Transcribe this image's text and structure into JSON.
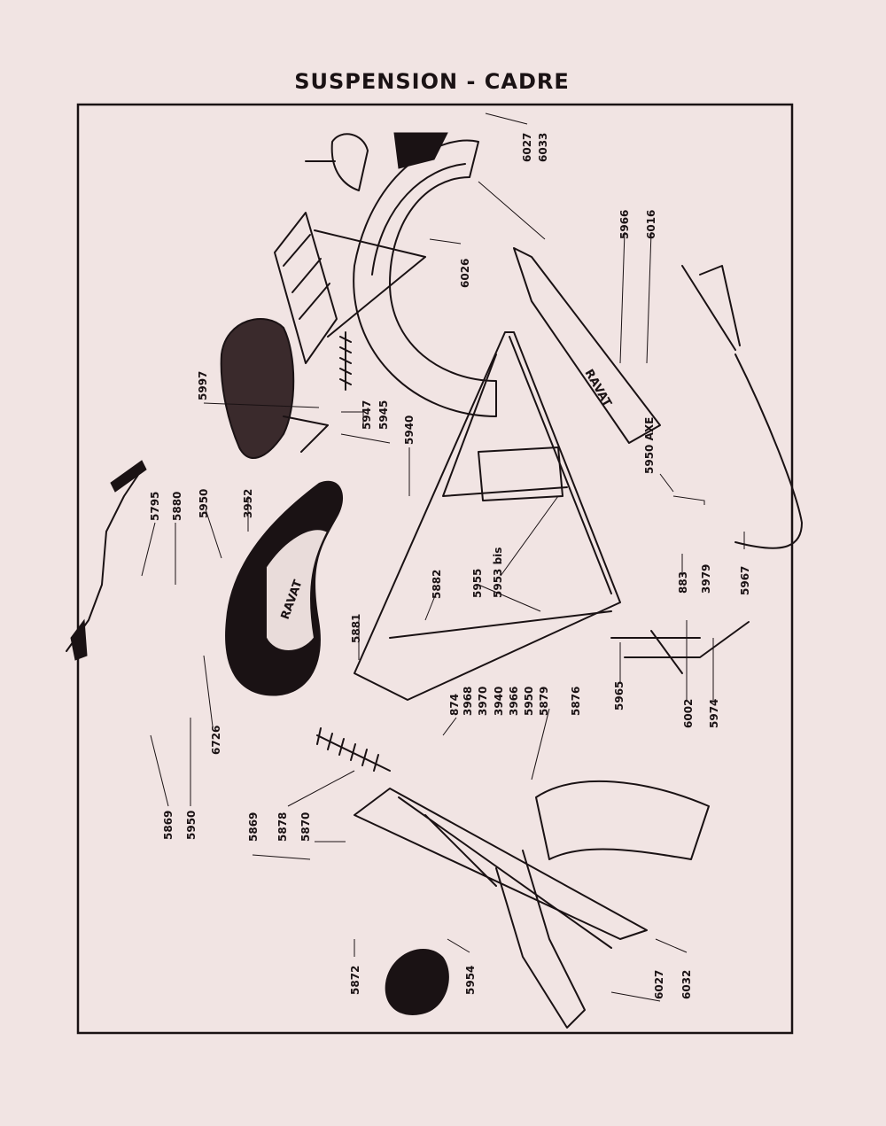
{
  "title": "SUSPENSION - CADRE",
  "brand_marks": [
    "RAVAT",
    "RAVAT"
  ],
  "parts": [
    {
      "id": "6027_top",
      "label": "6027"
    },
    {
      "id": "6033",
      "label": "6033"
    },
    {
      "id": "6026",
      "label": "6026"
    },
    {
      "id": "5966_top",
      "label": "5966"
    },
    {
      "id": "6016",
      "label": "6016"
    },
    {
      "id": "5997",
      "label": "5997"
    },
    {
      "id": "5947",
      "label": "5947"
    },
    {
      "id": "5945",
      "label": "5945"
    },
    {
      "id": "5940",
      "label": "5940"
    },
    {
      "id": "5950_axe",
      "label": "5950 AXE"
    },
    {
      "id": "5795",
      "label": "5795"
    },
    {
      "id": "5880",
      "label": "5880"
    },
    {
      "id": "5950_a",
      "label": "5950"
    },
    {
      "id": "3952",
      "label": "3952"
    },
    {
      "id": "3979",
      "label": "3979"
    },
    {
      "id": "883",
      "label": "883"
    },
    {
      "id": "5967",
      "label": "5967"
    },
    {
      "id": "5955",
      "label": "5955"
    },
    {
      "id": "5953bis",
      "label": "5953 bis"
    },
    {
      "id": "5882",
      "label": "5882"
    },
    {
      "id": "5881",
      "label": "5881"
    },
    {
      "id": "5965",
      "label": "5965"
    },
    {
      "id": "6002",
      "label": "6002"
    },
    {
      "id": "5974",
      "label": "5974"
    },
    {
      "id": "6726",
      "label": "6726"
    },
    {
      "id": "874",
      "label": "874"
    },
    {
      "id": "3968",
      "label": "3968"
    },
    {
      "id": "3970",
      "label": "3970"
    },
    {
      "id": "3940",
      "label": "3940"
    },
    {
      "id": "3966",
      "label": "3966"
    },
    {
      "id": "5950_b",
      "label": "5950"
    },
    {
      "id": "5879",
      "label": "5879"
    },
    {
      "id": "5876",
      "label": "5876"
    },
    {
      "id": "5869_a",
      "label": "5869"
    },
    {
      "id": "5950_c",
      "label": "5950"
    },
    {
      "id": "5869_b",
      "label": "5869"
    },
    {
      "id": "5878",
      "label": "5878"
    },
    {
      "id": "5870",
      "label": "5870"
    },
    {
      "id": "5872",
      "label": "5872"
    },
    {
      "id": "5954",
      "label": "5954"
    },
    {
      "id": "6027_bot",
      "label": "6027"
    },
    {
      "id": "6032",
      "label": "6032"
    }
  ]
}
